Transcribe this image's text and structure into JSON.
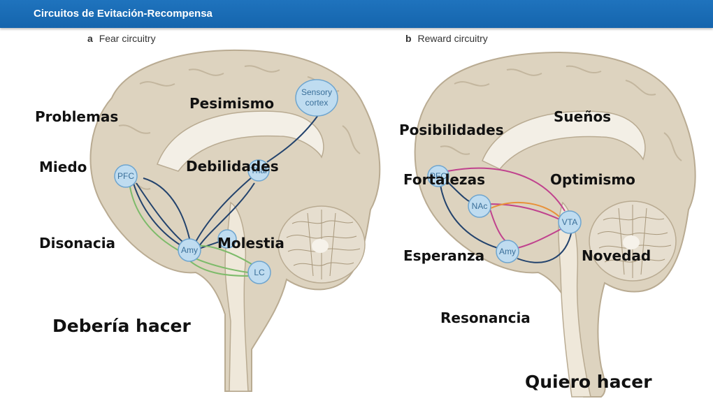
{
  "header": {
    "title": "Circuitos de Evitación-Recompensa"
  },
  "panels": {
    "a": {
      "letter": "a",
      "label": "Fear circuitry"
    },
    "b": {
      "letter": "b",
      "label": "Reward circuitry"
    }
  },
  "fear_nodes": {
    "pfc": "PFC",
    "sensory_1": "Sensory",
    "sensory_2": "cortex",
    "thal": "Thal",
    "amy": "Amy",
    "lc": "LC"
  },
  "reward_nodes": {
    "pfc": "PFC",
    "nac": "NAc",
    "vta": "VTA",
    "amy": "Amy"
  },
  "words_left": {
    "problemas": "Problemas",
    "pesimismo": "Pesimismo",
    "miedo": "Miedo",
    "debilidades": "Debilidades",
    "disonacia": "Disonacia",
    "molestia": "Molestia",
    "deberia": "Debería hacer"
  },
  "words_right": {
    "posibilidades": "Posibilidades",
    "suenos": "Sueños",
    "fortalezas": "Fortalezas",
    "optimismo": "Optimismo",
    "esperanza": "Esperanza",
    "novedad": "Novedad",
    "resonancia": "Resonancia",
    "quiero": "Quiero hacer"
  },
  "colors": {
    "header": "#1f73bd",
    "brain": "#ddd3bf",
    "brain_outline": "#b9ab92",
    "inner": "#f3efe6",
    "node_fill": "#bfdcf0",
    "node_stroke": "#6ea5cf",
    "pathway_navy": "#23436d",
    "pathway_green": "#7dbb6a",
    "pathway_magenta": "#c0428e",
    "pathway_orange": "#e8913a"
  }
}
